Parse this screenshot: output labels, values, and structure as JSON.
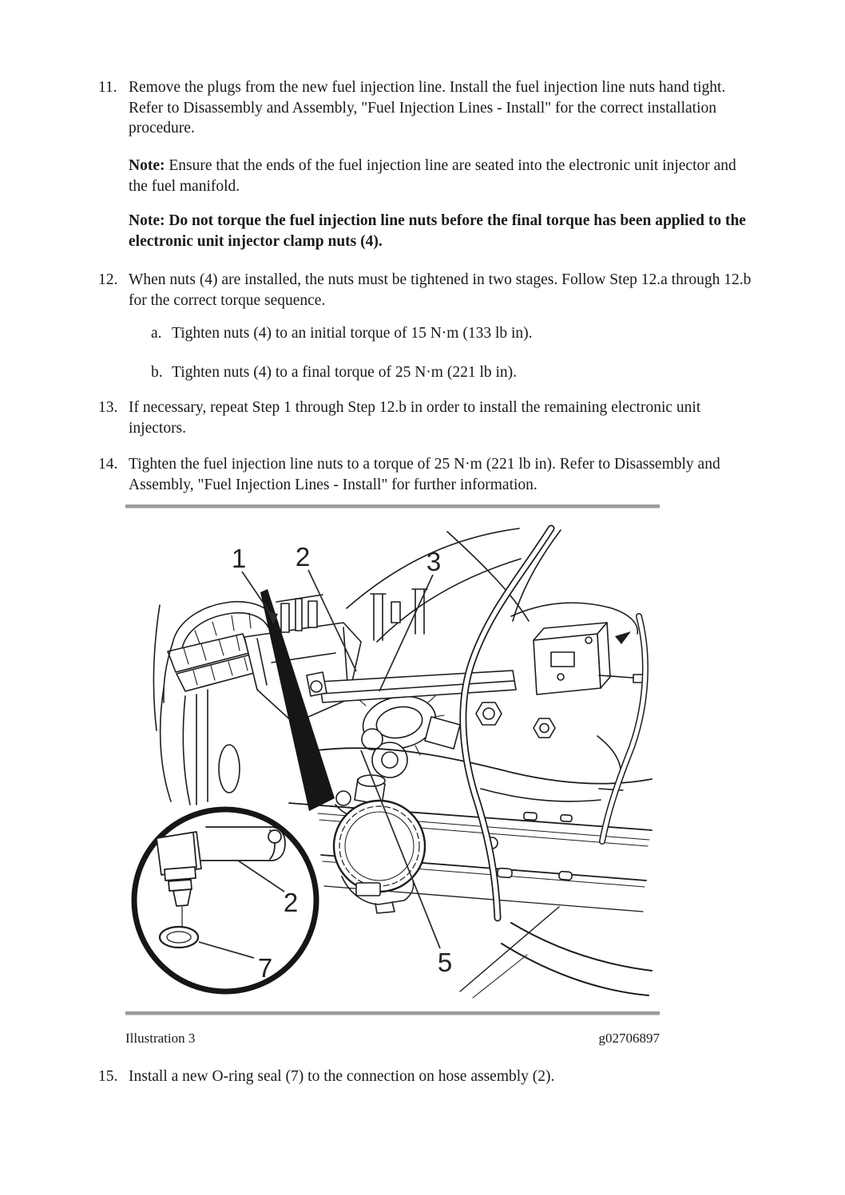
{
  "page": {
    "ink_color": "#1a1a1a",
    "divider_color": "#9c9c9c"
  },
  "steps": {
    "s11": {
      "num": "11.",
      "text": "Remove the plugs from the new fuel injection line. Install the fuel injection line nuts hand tight. Refer to Disassembly and Assembly, \"Fuel Injection Lines - Install\" for the correct installation procedure."
    },
    "s12": {
      "num": "12.",
      "text": "When nuts (4) are installed, the nuts must be tightened in two stages. Follow Step 12.a through 12.b for the correct torque sequence."
    },
    "s13": {
      "num": "13.",
      "text": "If necessary, repeat Step 1 through Step 12.b in order to install the remaining electronic unit injectors."
    },
    "s14": {
      "num": "14.",
      "text": "Tighten the fuel injection line nuts to a torque of 25 N·m (221 lb in). Refer to Disassembly and Assembly, \"Fuel Injection Lines - Install\" for further information."
    },
    "s15": {
      "num": "15.",
      "text": "Install a new O-ring seal (7) to the connection on hose assembly (2)."
    }
  },
  "notes": {
    "n1_label": "Note:",
    "n1_body": " Ensure that the ends of the fuel injection line are seated into the electronic unit injector and the fuel manifold.",
    "n2_text": "Note: Do not torque the fuel injection line nuts before the final torque has been applied to the electronic unit injector clamp nuts (4)."
  },
  "substeps": {
    "a": {
      "num": "a.",
      "text": "Tighten nuts (4) to an initial torque of 15 N·m (133 lb in)."
    },
    "b": {
      "num": "b.",
      "text": "Tighten nuts (4) to a final torque of 25 N·m (221 lb in)."
    }
  },
  "figure": {
    "caption": "Illustration 3",
    "code": "g02706897",
    "callouts": {
      "c1": "1",
      "c2": "2",
      "c3": "3",
      "c5": "5",
      "inset2": "2",
      "inset7": "7"
    }
  }
}
